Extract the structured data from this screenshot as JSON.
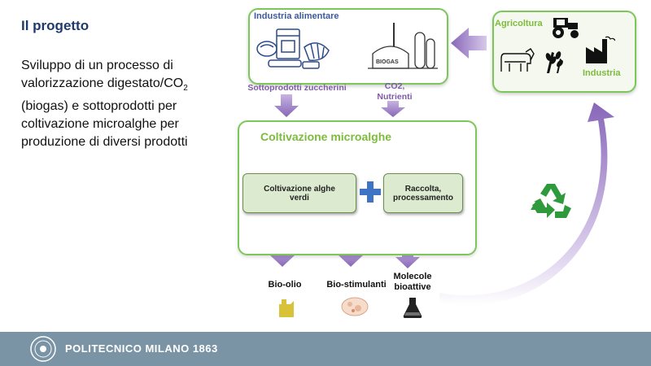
{
  "slide": {
    "title": "Il progetto",
    "body_part1": "Sviluppo di un processo di valorizzazione digestato/CO",
    "body_sub": "2",
    "body_part2": " (biogas) e sottoprodotti per coltivazione microalghe per produzione di diversi prodotti"
  },
  "diagram": {
    "industria_alimentare": "Industria alimentare",
    "biogas_label": "BIOGAS",
    "agricoltura": "Agricoltura",
    "industria": "Industria",
    "sottoprodotti": "Sottoprodotti zuccherini",
    "co2_line1": "CO2,",
    "co2_line2": "Nutrienti",
    "main_title": "Coltivazione microalghe",
    "process1_line1": "Coltivazione alghe",
    "process1_line2": "verdi",
    "process2_line1": "Raccolta,",
    "process2_line2": "processamento",
    "product1": "Bio-olio",
    "product2": "Bio-stimulanti",
    "product3_line1": "Molecole",
    "product3_line2": "bioattive"
  },
  "footer": {
    "institution": "POLITECNICO MILANO 1863"
  },
  "colors": {
    "title": "#1f3a6e",
    "green": "#7dc75a",
    "purple_arrow": "#9a7cc4",
    "footer_bg": "#7a94a6"
  },
  "icons": [
    "food-products-icon",
    "biogas-plant-icon",
    "tractor-icon",
    "cow-icon",
    "wheat-icon",
    "factory-icon",
    "recycle-icon",
    "oil-can-icon",
    "biostimulant-icon",
    "flask-icon",
    "politecnico-seal-icon"
  ]
}
